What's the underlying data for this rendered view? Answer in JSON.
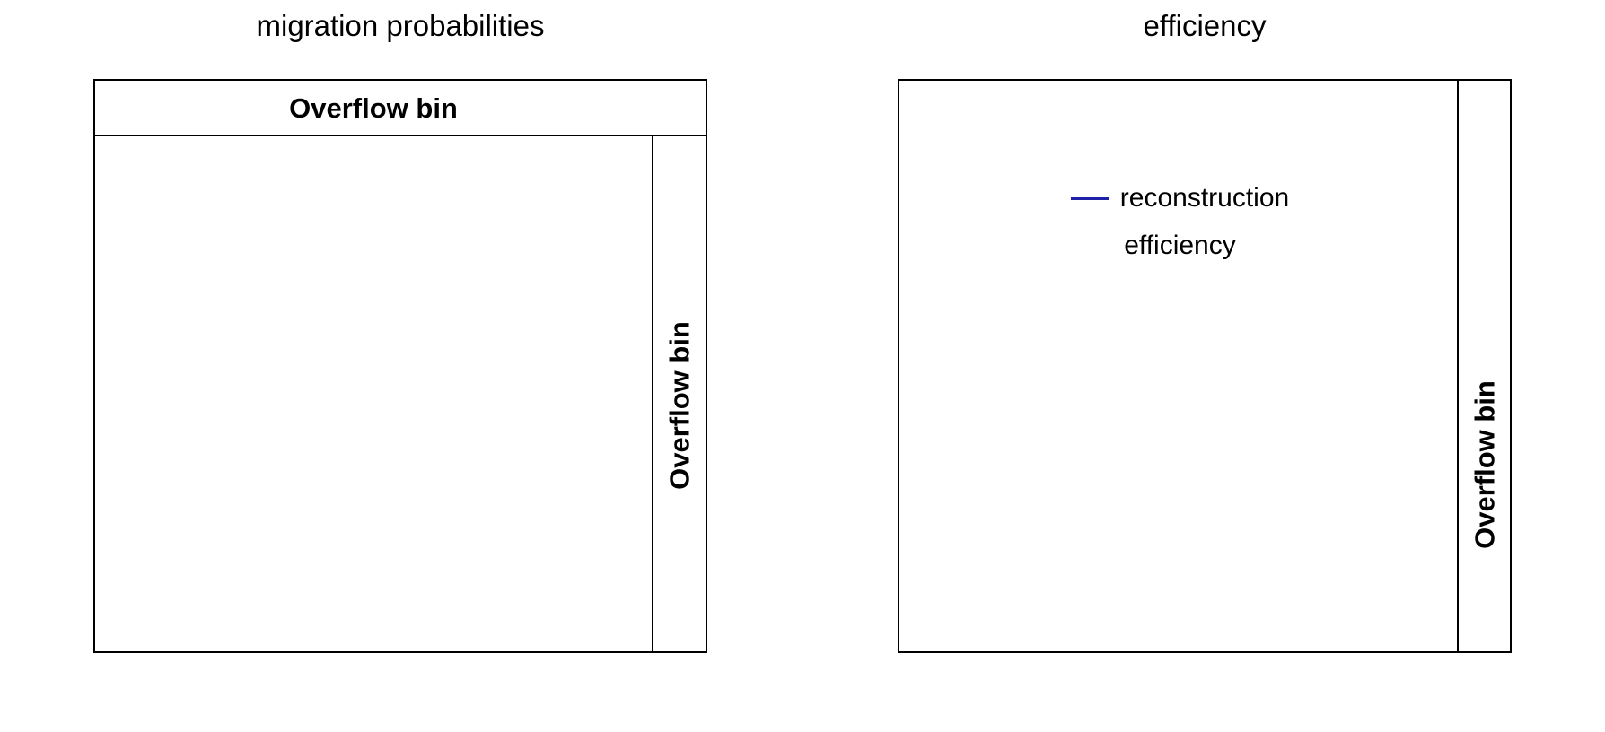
{
  "figure": {
    "background_color": "#ffffff",
    "line_color": "#000000",
    "accent_color": "#1f1fa8"
  },
  "panels": {
    "left": {
      "title": "migration probabilities",
      "header_label": "Overflow bin",
      "overflow_column_label": "Overflow bin"
    },
    "right": {
      "title": "efficiency",
      "overflow_column_label": "Overflow bin",
      "legend": {
        "line1": "reconstruction",
        "line2": "efficiency",
        "swatch_color": "#1f1fa8"
      }
    }
  },
  "chart_data": [
    {
      "type": "heatmap",
      "title": "migration probabilities",
      "xlabel": "",
      "ylabel": "",
      "annotations": [
        "Overflow bin",
        "Overflow bin"
      ],
      "legend": [],
      "grid": false,
      "categories": [],
      "values": [],
      "note": "Empty 2D migration-probability matrix panel: outer frame with a top header band labelled 'Overflow bin' and a narrow right-hand overflow-bin column labelled 'Overflow bin' (rotated). No data cells are drawn."
    },
    {
      "type": "line",
      "title": "efficiency",
      "xlabel": "",
      "ylabel": "",
      "grid": false,
      "legend_position": "upper-center",
      "series": [
        {
          "name": "reconstruction efficiency",
          "color": "#1f1fa8",
          "x": [],
          "values": []
        }
      ],
      "annotations": [
        "Overflow bin"
      ],
      "note": "Empty efficiency panel: outer frame with a narrow right-hand overflow-bin column labelled 'Overflow bin' (rotated) and a two-line legend entry 'reconstruction efficiency' with a blue line swatch. No curve is drawn."
    }
  ]
}
